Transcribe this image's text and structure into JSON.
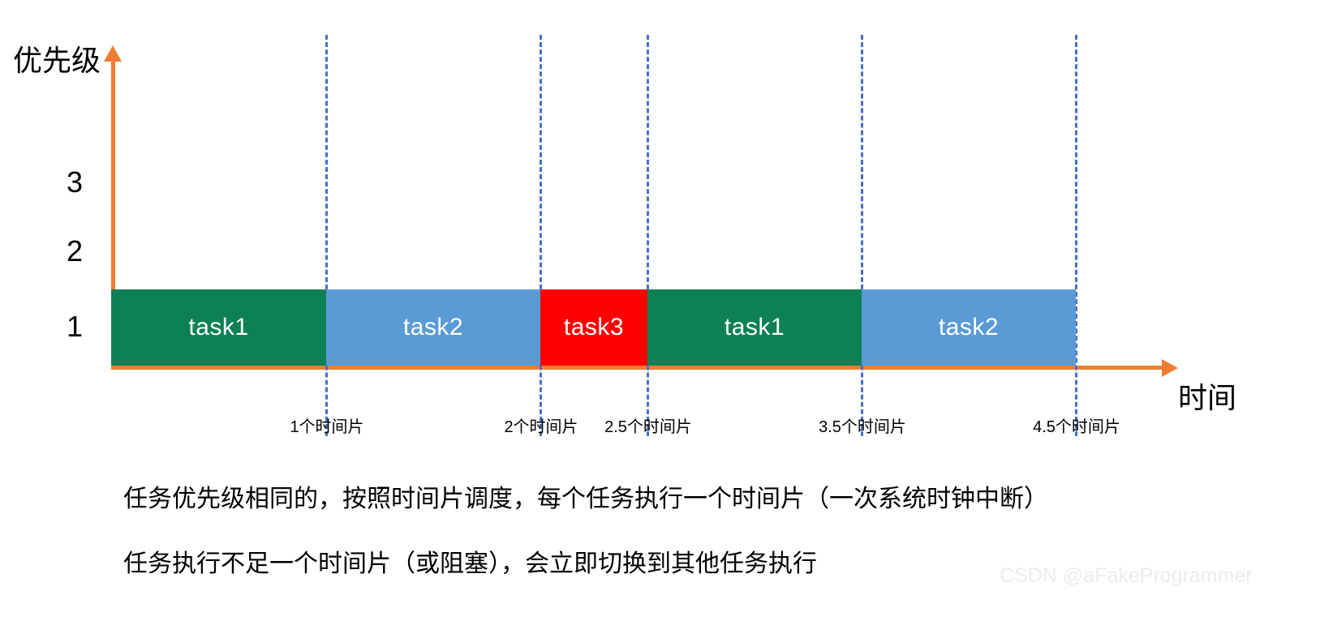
{
  "chart_data": {
    "type": "bar",
    "title": "",
    "xlabel": "时间",
    "ylabel": "优先级",
    "ytick_labels": [
      "3",
      "2",
      "1"
    ],
    "xtick_labels": [
      "1个时间片",
      "2个时间片",
      "2.5个时间片",
      "3.5个时间片",
      "4.5个时间片"
    ],
    "xtick_values": [
      1,
      2,
      2.5,
      3.5,
      4.5
    ],
    "xlim": [
      0,
      4.5
    ],
    "ylim": [
      0,
      3.6
    ],
    "grid": "vertical-dashed",
    "legend": "none",
    "series": [
      {
        "name": "task1",
        "label": "task1",
        "priority": 1,
        "start": 0,
        "end": 1,
        "color": "#0E8055"
      },
      {
        "name": "task2",
        "label": "task2",
        "priority": 1,
        "start": 1,
        "end": 2,
        "color": "#5B9BD5"
      },
      {
        "name": "task3",
        "label": "task3",
        "priority": 1,
        "start": 2,
        "end": 2.5,
        "color": "#FF0000"
      },
      {
        "name": "task1-second",
        "label": "task1",
        "priority": 1,
        "start": 2.5,
        "end": 3.5,
        "color": "#0E8055"
      },
      {
        "name": "task2-second",
        "label": "task2",
        "priority": 1,
        "start": 3.5,
        "end": 4.5,
        "color": "#5B9BD5"
      }
    ]
  },
  "axes": {
    "y_title": "优先级",
    "x_title": "时间",
    "axis_color": "#ED7D31",
    "gridline_color": "#4472C4"
  },
  "yticks": [
    {
      "label": "3"
    },
    {
      "label": "2"
    },
    {
      "label": "1"
    }
  ],
  "xticks": [
    {
      "label": "1个时间片"
    },
    {
      "label": "2个时间片"
    },
    {
      "label": "2.5个时间片"
    },
    {
      "label": "3.5个时间片"
    },
    {
      "label": "4.5个时间片"
    }
  ],
  "segments": [
    {
      "label": "task1"
    },
    {
      "label": "task2"
    },
    {
      "label": "task3"
    },
    {
      "label": "task1"
    },
    {
      "label": "task2"
    }
  ],
  "captions": {
    "line1": "任务优先级相同的，按照时间片调度，每个任务执行一个时间片（一次系统时钟中断）",
    "line2": "任务执行不足一个时间片（或阻塞），会立即切换到其他任务执行"
  },
  "watermark": {
    "text": "CSDN @aFakeProgrammer"
  }
}
